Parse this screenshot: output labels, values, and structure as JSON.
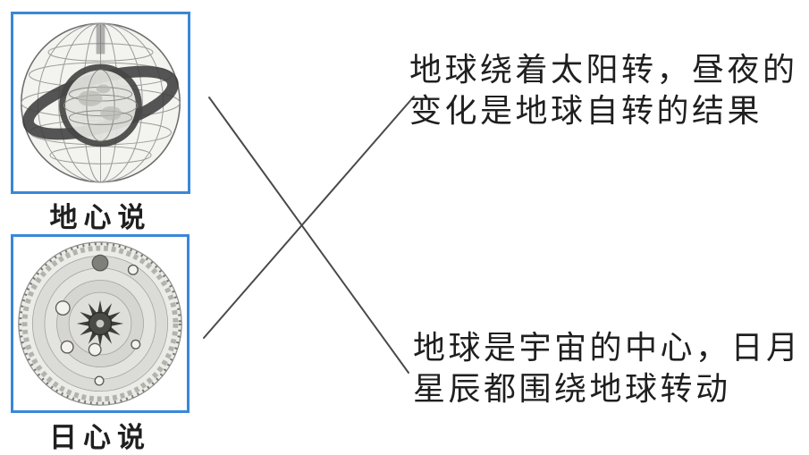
{
  "colors": {
    "box_border": "#3a87d9",
    "text_ink": "#1f1f1f",
    "connector": "#4a4a4a"
  },
  "panels": [
    {
      "id": "geocentric",
      "label": "地心说",
      "image_icon": "armillary-sphere-engraving"
    },
    {
      "id": "heliocentric",
      "label": "日心说",
      "image_icon": "heliocentric-system-engraving"
    }
  ],
  "descriptions": [
    {
      "id": "rotation-claim",
      "lines": [
        "地球绕着太阳转，昼夜的",
        "变化是地球自转的结果"
      ]
    },
    {
      "id": "center-claim",
      "lines": [
        "地球是宇宙的中心，日月",
        "星辰都围绕地球转动"
      ]
    }
  ],
  "connections": [
    {
      "from_label": "地心说",
      "to_description": "地球是宇宙的中心，日月星辰都围绕地球转动"
    },
    {
      "from_label": "日心说",
      "to_description": "地球绕着太阳转，昼夜的变化是地球自转的结果"
    }
  ]
}
